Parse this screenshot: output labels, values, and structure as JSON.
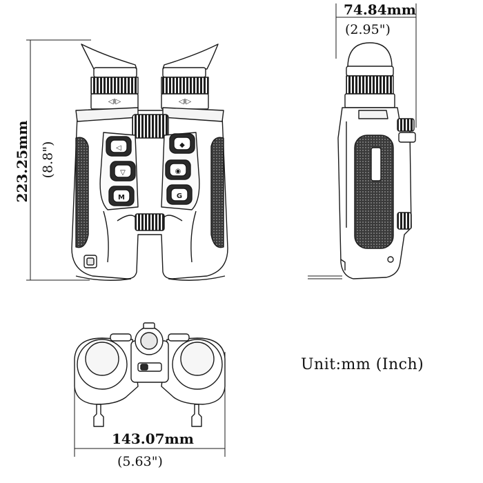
{
  "dimensions": {
    "width": {
      "mm": "74.84mm",
      "inch": "(2.95\")"
    },
    "height": {
      "mm": "223.25mm",
      "inch": "(8.8\")"
    },
    "length": {
      "mm": "143.07mm",
      "inch": "(5.63\")"
    }
  },
  "unit_note": "Unit:mm (Inch)",
  "colors": {
    "line": "#1a1a1a",
    "rubber": "#2b2b2b",
    "background": "#ffffff"
  },
  "icons": {
    "eyepiece_markers": [
      "◁",
      "I",
      "▷"
    ],
    "buttons_left": [
      "◁",
      "▽",
      "M"
    ],
    "buttons_right": [
      "◆",
      "◉",
      "G"
    ]
  }
}
